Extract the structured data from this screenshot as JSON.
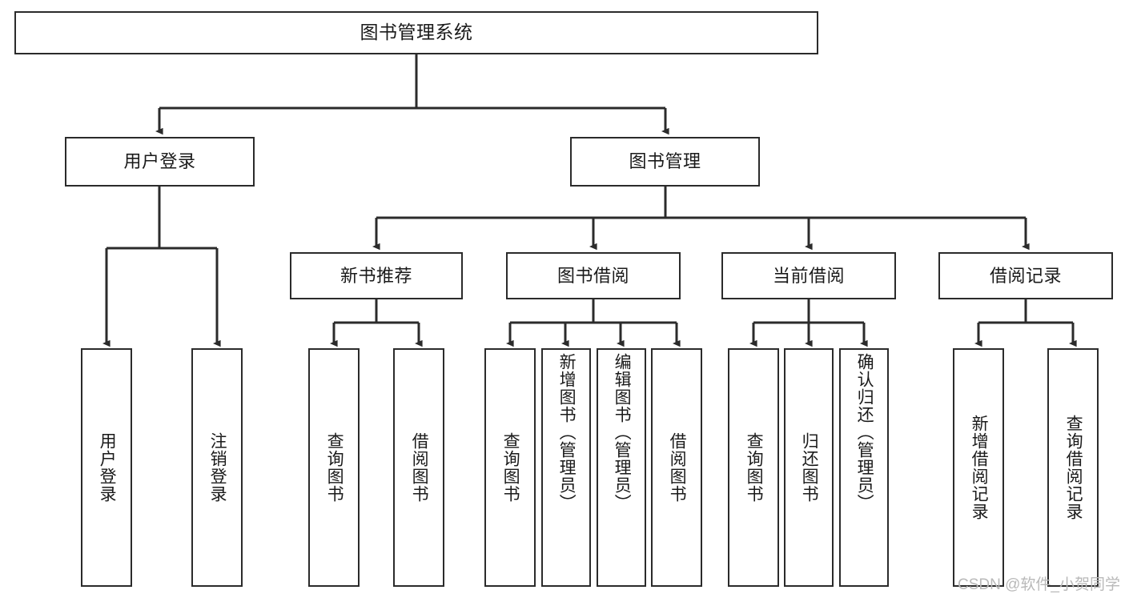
{
  "diagram": {
    "title": "图书管理系统",
    "type": "tree",
    "orientation": "top-down",
    "stroke_color": "#2b2b2b",
    "text_color": "#1a1a1a",
    "background_color": "#ffffff",
    "nodes": {
      "root": {
        "label": "图书管理系统"
      },
      "level2": [
        {
          "id": "user-login",
          "label": "用户登录"
        },
        {
          "id": "book-manage",
          "label": "图书管理"
        }
      ],
      "level3": [
        {
          "id": "new-book-recommend",
          "label": "新书推荐"
        },
        {
          "id": "book-borrow",
          "label": "图书借阅"
        },
        {
          "id": "current-borrow",
          "label": "当前借阅"
        },
        {
          "id": "borrow-record",
          "label": "借阅记录"
        }
      ],
      "leaves": {
        "user-login": [
          {
            "id": "leaf-user-login",
            "label": "用户登录"
          },
          {
            "id": "leaf-user-logout",
            "label": "注销登录"
          }
        ],
        "new-book-recommend": [
          {
            "id": "leaf-query-book-1",
            "label": "查询图书"
          },
          {
            "id": "leaf-borrow-book-1",
            "label": "借阅图书"
          }
        ],
        "book-borrow": [
          {
            "id": "leaf-query-book-2",
            "label": "查询图书"
          },
          {
            "id": "leaf-add-book",
            "label": "新增图书（管理员）"
          },
          {
            "id": "leaf-edit-book",
            "label": "编辑图书（管理员）"
          },
          {
            "id": "leaf-borrow-book-2",
            "label": "借阅图书"
          }
        ],
        "current-borrow": [
          {
            "id": "leaf-query-book-3",
            "label": "查询图书"
          },
          {
            "id": "leaf-return-book",
            "label": "归还图书"
          },
          {
            "id": "leaf-confirm-return",
            "label": "确认归还（管理员）"
          }
        ],
        "borrow-record": [
          {
            "id": "leaf-add-record",
            "label": "新增借阅记录"
          },
          {
            "id": "leaf-query-record",
            "label": "查询借阅记录"
          }
        ]
      }
    }
  },
  "watermark": {
    "text": "CSDN @软件_小贺同学"
  }
}
